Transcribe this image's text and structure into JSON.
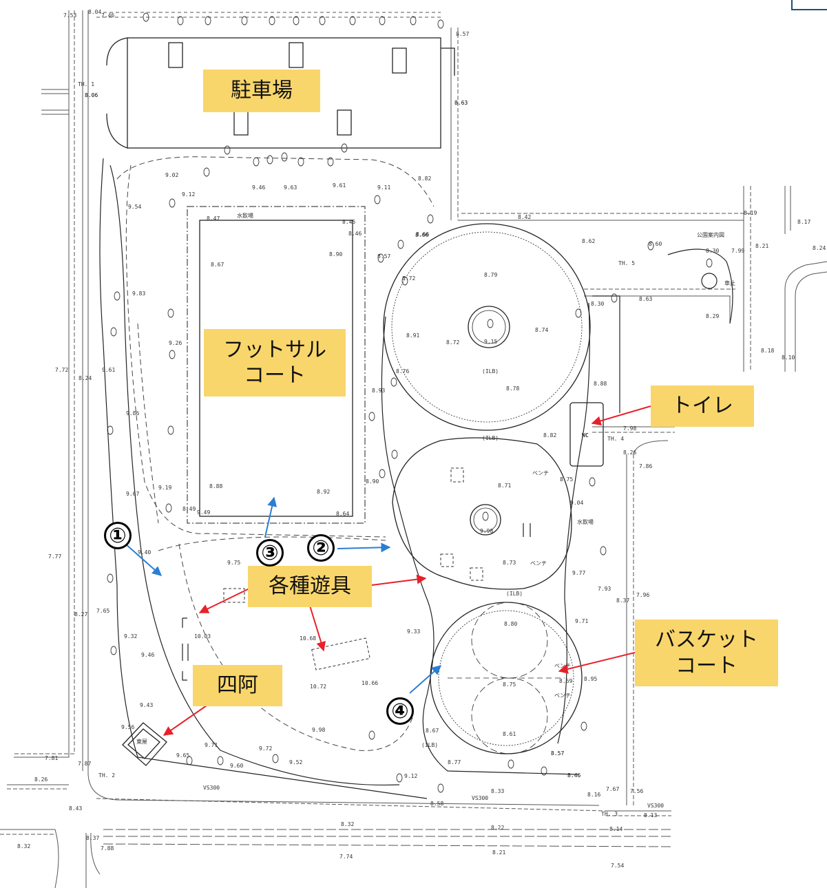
{
  "map": {
    "labels": {
      "parking": "駐車場",
      "futsal": "フットサル\nコート",
      "toilet": "トイレ",
      "playground": "各種遊具",
      "azumaya": "四阿",
      "basketball": "バスケット\nコート"
    },
    "markers": {
      "m1": "①",
      "m2": "②",
      "m3": "③",
      "m4": "④"
    },
    "plan_text": {
      "wc": "WC",
      "th1": "TH. 1",
      "th2": "TH. 2",
      "th3": "TH. 3",
      "th4": "TH. 4",
      "th5": "TH. 5",
      "shelter": "東屋",
      "bench1": "ベンチ",
      "bench2": "ベンチ",
      "bench3": "ベンチ",
      "bench4": "ベンチ",
      "ilb1": "(ILB)",
      "ilb2": "(ILB)",
      "ilb3": "(ILB)",
      "ilb4": "(ILB)",
      "vs300a": "VS300",
      "vs300b": "VS300",
      "vs300c": "VS300",
      "park_sign": "公園案内図",
      "stopper": "車止",
      "water1": "水飲場",
      "water2": "水飲場",
      "e1": "8.04",
      "e2": "9.02",
      "e3": "9.12",
      "e4": "9.46",
      "e5": "9.63",
      "e6": "9.61",
      "e7": "9.11",
      "e8": "8.47",
      "e9": "8.67",
      "e10": "8.90",
      "e11": "8.79",
      "e12": "9.15",
      "e13": "8.74",
      "e14": "8.72",
      "e15": "8.78",
      "e16": "8.71",
      "e17": "9.98",
      "e18": "8.73",
      "e19": "8.80",
      "e20": "8.75",
      "e21": "8.61",
      "e22": "10.03",
      "e23": "10.68",
      "e24": "10.72",
      "e25": "9.40",
      "e26": "9.75",
      "e27": "9.32",
      "e28": "9.46",
      "e29": "9.56",
      "e30": "7.72",
      "e31": "8.24",
      "e32": "7.77",
      "e33": "8.27",
      "e34": "7.65",
      "e35": "8.06",
      "e36": "8.63",
      "e37": "8.42",
      "e38": "8.62",
      "e39": "8.60",
      "e40": "8.30",
      "e41": "8.29",
      "e42": "8.63",
      "e43": "7.99",
      "e44": "8.19",
      "e45": "8.17",
      "e46": "8.21",
      "e47": "8.24",
      "e48": "8.18",
      "e49": "8.10",
      "e50": "8.88",
      "e51": "8.82",
      "e52": "8.26",
      "e53": "7.98",
      "e54": "7.86",
      "e55": "7.93",
      "e56": "7.96",
      "e57": "8.37",
      "e58": "8.57",
      "e59": "8.46",
      "e60": "8.16",
      "e61": "7.67",
      "e62": "7.56",
      "e63": "8.13",
      "e64": "8.14",
      "e65": "7.54",
      "e66": "8.32",
      "e67": "8.22",
      "e68": "7.74",
      "e69": "8.21",
      "e70": "8.43",
      "e71": "8.32",
      "e72": "7.88",
      "e73": "7.81",
      "e74": "7.87",
      "e75": "8.26",
      "e76": "8.37",
      "e77": "8.77",
      "e78": "8.33",
      "e79": "8.58",
      "e80": "9.12",
      "e81": "8.67",
      "e82": "9.33",
      "e83": "10.66",
      "e84": "9.52",
      "e85": "9.60",
      "e86": "9.65",
      "e87": "9.71",
      "e88": "9.72",
      "e89": "9.98",
      "e90": "9.43",
      "e91": "9.49",
      "e92": "9.19",
      "e93": "9.67",
      "e94": "9.86",
      "e95": "9.61",
      "e96": "9.26",
      "e97": "9.83",
      "e98": "9.54",
      "e99": "8.92",
      "e100": "8.88",
      "e101": "8.49",
      "e102": "8.64",
      "e103": "8.90",
      "e104": "8.93",
      "e105": "8.76",
      "e106": "8.91",
      "e107": "8.72",
      "e108": "8.57",
      "e109": "8.66",
      "e110": "8.45",
      "e111": "8.46",
      "e112": "8.82",
      "e113": "8.57",
      "e114": "8.63",
      "e115": "8.06",
      "e116": "7.53",
      "e117": "7.46",
      "e118": "8.66",
      "e119": "9.77",
      "e120": "9.71",
      "e121": "8.75",
      "e122": "9.04",
      "e123": "8.69",
      "e124": "8.95",
      "e125": "8.57",
      "e126": "8.46",
      "e127": "8.30"
    }
  }
}
